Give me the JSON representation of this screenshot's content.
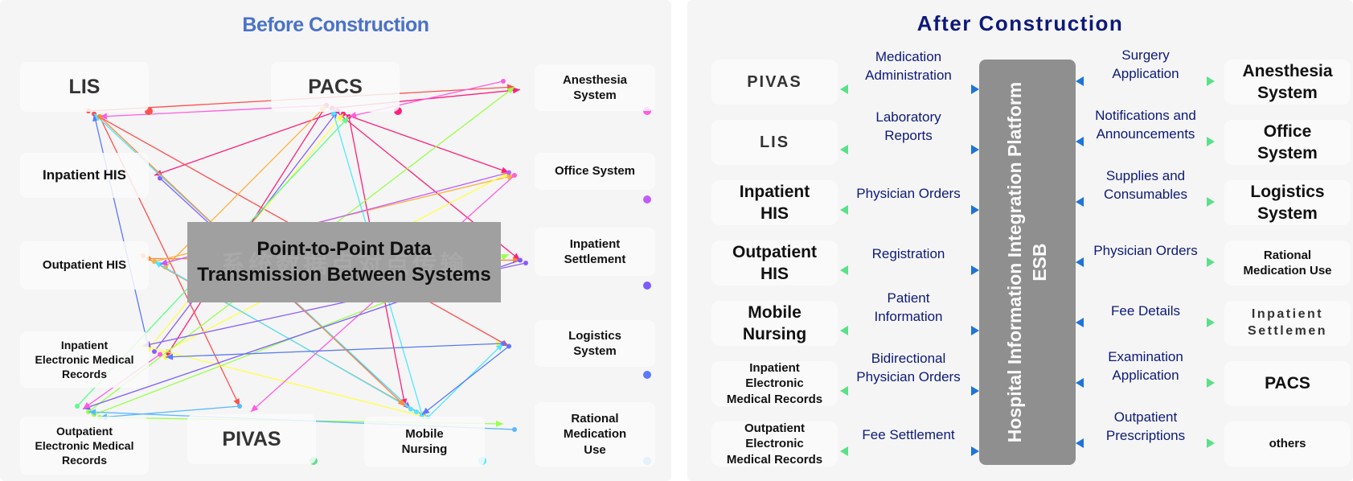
{
  "colors": {
    "before_title": "#4a72c8",
    "after_title": "#0d1a78",
    "flow_label": "#0d1a78",
    "esb_fill": "#8f8f8f",
    "center_box_fill": "#a0a0a0",
    "arrow_left_end": "#5be08a",
    "arrow_right_end": "#1e74d8"
  },
  "before": {
    "title": "Before Construction",
    "center_label": "Point-to-Point Data\nTransmission Between Systems",
    "center_watermark": "系统数据点对点传输",
    "systems": [
      {
        "id": "lis",
        "label": "LIS"
      },
      {
        "id": "pacs",
        "label": "PACS"
      },
      {
        "id": "anesthesia",
        "label": "Anesthesia\nSystem"
      },
      {
        "id": "inpatient_his",
        "label": "Inpatient HIS"
      },
      {
        "id": "office",
        "label": "Office System"
      },
      {
        "id": "outpatient_his",
        "label": "Outpatient HIS"
      },
      {
        "id": "inpatient_settlement",
        "label": "Inpatient\nSettlement"
      },
      {
        "id": "inpatient_emr",
        "label": "Inpatient\nElectronic Medical\nRecords"
      },
      {
        "id": "logistics",
        "label": "Logistics\nSystem"
      },
      {
        "id": "outpatient_emr",
        "label": "Outpatient\nElectronic Medical\nRecords"
      },
      {
        "id": "pivas",
        "label": "PIVAS"
      },
      {
        "id": "mobile_nursing",
        "label": "Mobile\nNursing"
      },
      {
        "id": "rational_medication",
        "label": "Rational\nMedication\nUse"
      }
    ],
    "connections": [
      {
        "from": "pacs",
        "to": "lis",
        "color": "#ff5ce1"
      },
      {
        "from": "pacs",
        "to": "anesthesia",
        "color": "#ff1f7a"
      },
      {
        "from": "pacs",
        "to": "inpatient_his",
        "color": "#ff1f7a"
      },
      {
        "from": "pacs",
        "to": "office",
        "color": "#ff1f7a"
      },
      {
        "from": "pacs",
        "to": "mobile_nursing",
        "color": "#ff1f7a"
      },
      {
        "from": "pacs",
        "to": "inpatient_emr",
        "color": "#ff1f7a"
      },
      {
        "from": "pacs",
        "to": "inpatient_settlement",
        "color": "#ff1f7a"
      },
      {
        "from": "lis",
        "to": "anesthesia",
        "color": "#ff4f4f"
      },
      {
        "from": "lis",
        "to": "logistics",
        "color": "#ff4f4f"
      },
      {
        "from": "lis",
        "to": "pivas",
        "color": "#ff4f4f"
      },
      {
        "from": "anesthesia",
        "to": "pacs",
        "color": "#ff5ce1"
      },
      {
        "from": "inpatient_emr",
        "to": "lis",
        "color": "#5a78ff"
      },
      {
        "from": "inpatient_emr",
        "to": "pacs",
        "color": "#8a5cff"
      },
      {
        "from": "inpatient_his",
        "to": "mobile_nursing",
        "color": "#8a5cff"
      },
      {
        "from": "outpatient_his",
        "to": "pacs",
        "color": "#ffb03a"
      },
      {
        "from": "outpatient_his",
        "to": "mobile_nursing",
        "color": "#ff8a3a"
      },
      {
        "from": "outpatient_his",
        "to": "inpatient_settlement",
        "color": "#ff8a3a"
      },
      {
        "from": "outpatient_his",
        "to": "office",
        "color": "#ffb03a"
      },
      {
        "from": "inpatient_emr",
        "to": "office",
        "color": "#ffff4a"
      },
      {
        "from": "inpatient_emr",
        "to": "logistics",
        "color": "#ffff4a"
      },
      {
        "from": "inpatient_emr",
        "to": "mobile_nursing",
        "color": "#ffff4a"
      },
      {
        "from": "inpatient_emr",
        "to": "pacs",
        "color": "#ffff4a"
      },
      {
        "from": "outpatient_emr",
        "to": "anesthesia",
        "color": "#9aff4a"
      },
      {
        "from": "outpatient_emr",
        "to": "inpatient_settlement",
        "color": "#9aff4a"
      },
      {
        "from": "outpatient_emr",
        "to": "rational_medication",
        "color": "#9aff4a"
      },
      {
        "from": "outpatient_emr",
        "to": "pacs",
        "color": "#5aff8a"
      },
      {
        "from": "mobile_nursing",
        "to": "lis",
        "color": "#4fe8ff"
      },
      {
        "from": "mobile_nursing",
        "to": "outpatient_his",
        "color": "#4fe8ff"
      },
      {
        "from": "mobile_nursing",
        "to": "pacs",
        "color": "#4fe8ff"
      },
      {
        "from": "mobile_nursing",
        "to": "logistics",
        "color": "#4fe8ff"
      },
      {
        "from": "pivas",
        "to": "outpatient_emr",
        "color": "#5ab8ff"
      },
      {
        "from": "office",
        "to": "outpatient_his",
        "color": "#c05cff"
      },
      {
        "from": "office",
        "to": "pivas",
        "color": "#ff5ce1"
      },
      {
        "from": "inpatient_settlement",
        "to": "outpatient_emr",
        "color": "#7a5cff"
      },
      {
        "from": "inpatient_settlement",
        "to": "inpatient_emr",
        "color": "#8a5cff"
      },
      {
        "from": "logistics",
        "to": "inpatient_emr",
        "color": "#5a78ff"
      },
      {
        "from": "logistics",
        "to": "mobile_nursing",
        "color": "#5a78ff"
      },
      {
        "from": "rational_medication",
        "to": "outpatient_emr",
        "color": "#5ab8ff"
      },
      {
        "from": "inpatient_emr",
        "to": "outpatient_emr",
        "color": "#ff5ce1"
      },
      {
        "from": "lis",
        "to": "mobile_nursing",
        "color": "#ff8a3a"
      }
    ]
  },
  "after": {
    "title": "After Construction",
    "esb_label": "Hospital Information Integration Platform\nESB",
    "left_systems": [
      {
        "label": "PIVAS",
        "flow": "Medication\nAdministration"
      },
      {
        "label": "LIS",
        "flow": "Laboratory\nReports"
      },
      {
        "label": "Inpatient\nHIS",
        "flow": "Physician Orders"
      },
      {
        "label": "Outpatient\nHIS",
        "flow": "Registration"
      },
      {
        "label": "Mobile\nNursing",
        "flow": "Patient\nInformation"
      },
      {
        "label": "Inpatient\nElectronic\nMedical Records",
        "flow": "Bidirectional\nPhysician Orders"
      },
      {
        "label": "Outpatient\nElectronic\nMedical Records",
        "flow": "Fee Settlement"
      }
    ],
    "right_systems": [
      {
        "label": "Anesthesia\nSystem",
        "flow": "Surgery\nApplication"
      },
      {
        "label": "Office\nSystem",
        "flow": "Notifications and\nAnnouncements"
      },
      {
        "label": "Logistics\nSystem",
        "flow": "Supplies and\nConsumables"
      },
      {
        "label": "Rational\nMedication Use",
        "flow": "Physician Orders"
      },
      {
        "label": "Inpatient\nSettlemen",
        "flow": "Fee Details"
      },
      {
        "label": "PACS",
        "flow": "Examination\nApplication"
      },
      {
        "label": "others",
        "flow": "Outpatient\nPrescriptions"
      }
    ]
  }
}
